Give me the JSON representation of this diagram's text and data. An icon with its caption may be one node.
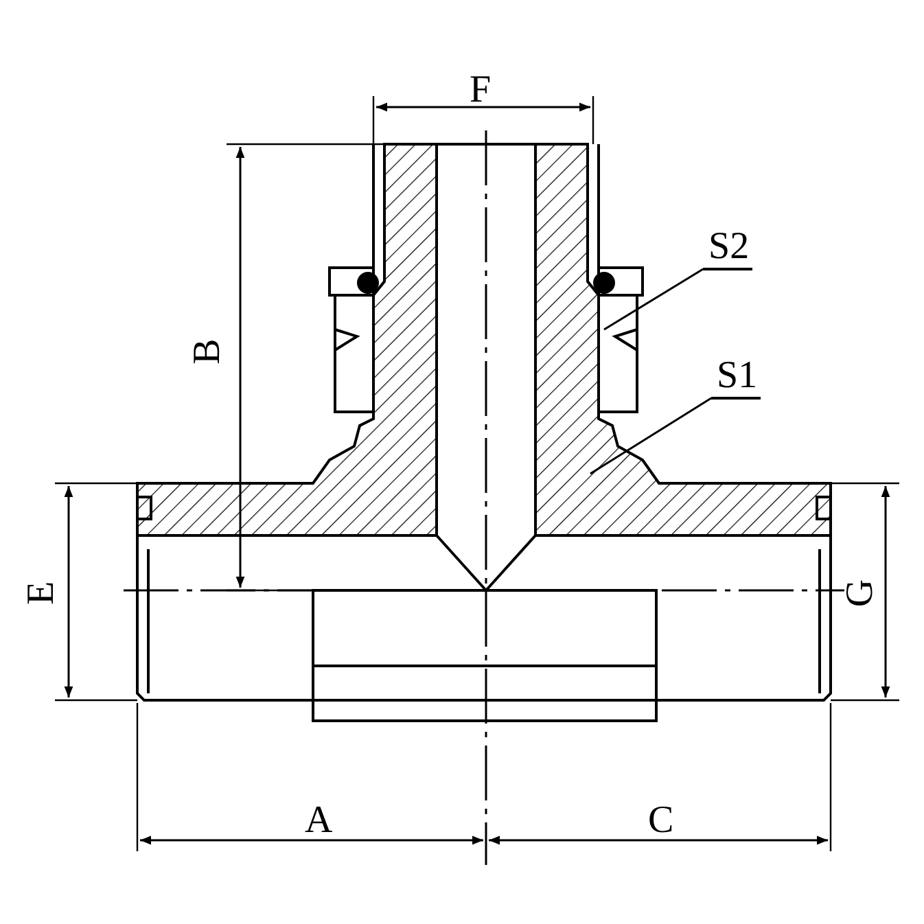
{
  "diagram": {
    "nodes": [
      {
        "text": [
          "S2"
        ]
      },
      {
        "text": [
          "S1"
        ]
      }
    ],
    "edges": [
      {
        "from": 0,
        "to": null,
        "arrow": "none"
      },
      {
        "from": 1,
        "to": null,
        "arrow": "none"
      }
    ],
    "labels": [
      "F",
      "B",
      "E",
      "G",
      "A",
      "C"
    ]
  }
}
